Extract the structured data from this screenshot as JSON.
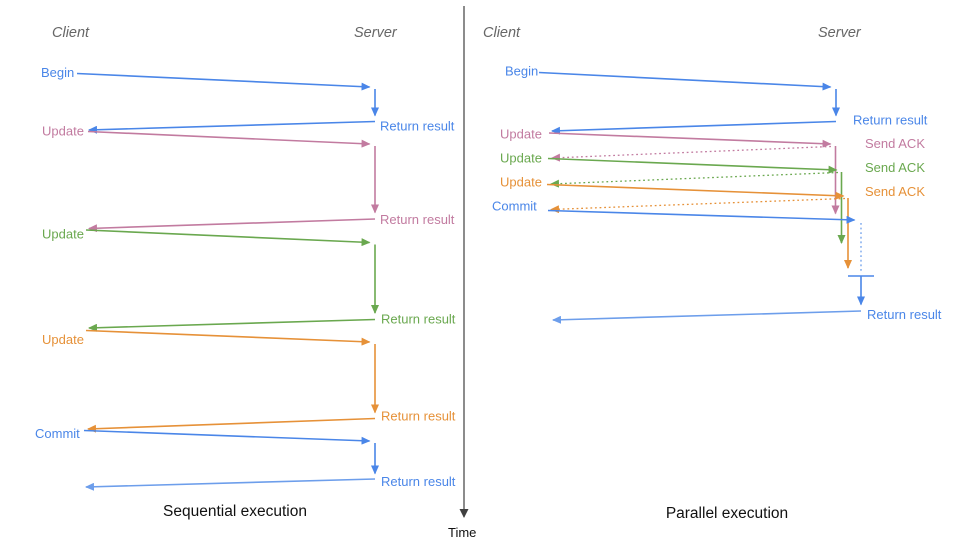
{
  "colors": {
    "blue": "#4a86e8",
    "light_blue": "#6d9eeb",
    "pink": "#c27ba0",
    "green": "#6aa84f",
    "orange": "#e69138",
    "axis": "#404040",
    "header_gray": "#666666",
    "title_black": "#111111"
  },
  "sequential": {
    "client": "Client",
    "server": "Server",
    "title": "Sequential execution",
    "steps": [
      {
        "request": "Begin",
        "response": "Return result",
        "color": "#4a86e8"
      },
      {
        "request": "Update",
        "response": "Return result",
        "color": "#c27ba0"
      },
      {
        "request": "Update",
        "response": "Return result",
        "color": "#6aa84f"
      },
      {
        "request": "Update",
        "response": "Return result",
        "color": "#e69138"
      },
      {
        "request": "Commit",
        "response": "Return result",
        "color": "#4a86e8"
      }
    ]
  },
  "parallel": {
    "client": "Client",
    "server": "Server",
    "title": "Parallel execution",
    "steps": [
      {
        "request": "Begin",
        "response": "Return result",
        "color": "#4a86e8"
      },
      {
        "request": "Update",
        "response": "Send ACK",
        "color": "#c27ba0"
      },
      {
        "request": "Update",
        "response": "Send ACK",
        "color": "#6aa84f"
      },
      {
        "request": "Update",
        "response": "Send ACK",
        "color": "#e69138"
      },
      {
        "request": "Commit",
        "response": "Return result",
        "color": "#4a86e8"
      }
    ]
  },
  "time_axis": {
    "label": "Time"
  }
}
